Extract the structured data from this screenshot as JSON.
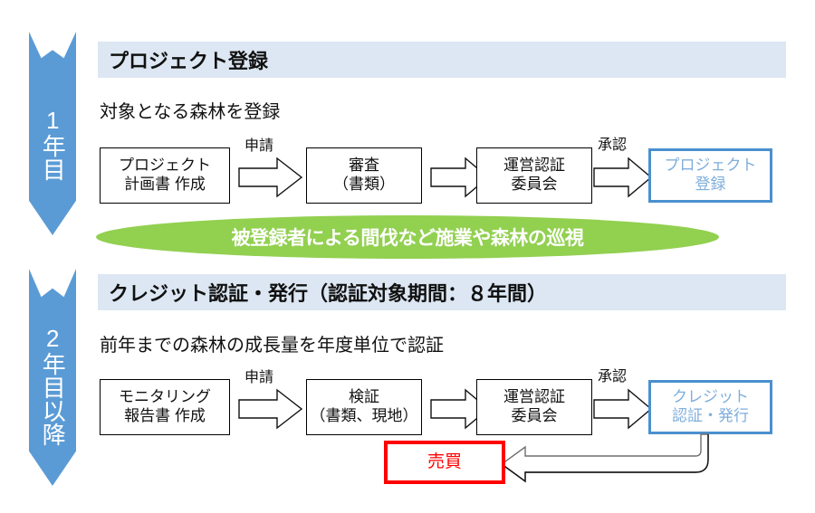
{
  "diagram": {
    "title_text_row1_header": "プロジェクト登録",
    "title_text_row2_header": "クレジット認証・発行（認証対象期間：８年間）"
  },
  "timeline": {
    "markers": [
      {
        "name": "year-1",
        "label": "1年目",
        "color": "#5B9BD5"
      },
      {
        "name": "year-2-onward",
        "label": "2年目以降",
        "color": "#5B9BD5"
      }
    ]
  },
  "sections": [
    {
      "id": "project-registration",
      "header": "プロジェクト登録",
      "header_bg": "#DCE7F3",
      "subtitle": "対象となる森林を登録",
      "steps": [
        {
          "id": "plan-doc",
          "label": "プロジェクト\n計画書 作成",
          "style": "plain"
        },
        {
          "id": "screening",
          "label": "審査\n（書類）",
          "style": "plain"
        },
        {
          "id": "cert-committee",
          "label": "運営認証\n委員会",
          "style": "plain"
        },
        {
          "id": "project-registered",
          "label": "プロジェクト\n登録",
          "style": "blue"
        }
      ],
      "arrow_labels": [
        "申請",
        "",
        "承認"
      ],
      "banner": {
        "text": "被登録者による間伐など施業や森林の巡視",
        "fill": "#92D050",
        "text_color": "#FFFFFF"
      }
    },
    {
      "id": "credit-certification",
      "header": "クレジット認証・発行（認証対象期間：８年間）",
      "header_bg": "#DCE7F3",
      "subtitle": "前年までの森林の成長量を年度単位で認証",
      "steps": [
        {
          "id": "monitoring-report",
          "label": "モニタリング\n報告書 作成",
          "style": "plain"
        },
        {
          "id": "verification",
          "label": "検証\n（書類、現地）",
          "style": "plain"
        },
        {
          "id": "cert-committee-2",
          "label": "運営認証\n委員会",
          "style": "plain"
        },
        {
          "id": "credit-issued",
          "label": "クレジット\n認証・発行",
          "style": "blue"
        }
      ],
      "arrow_labels": [
        "申請",
        "",
        "承認"
      ],
      "trade_box": {
        "label": "売買",
        "border_color": "#FF0000",
        "text_color": "#FF0000"
      }
    }
  ],
  "colors": {
    "accent_blue": "#5B9BD5",
    "header_band": "#DCE7F3",
    "blue_box_border": "#4A90CF",
    "blue_box_text": "#7FAEDB",
    "green": "#92D050",
    "red": "#FF0000",
    "outline": "#000000"
  }
}
